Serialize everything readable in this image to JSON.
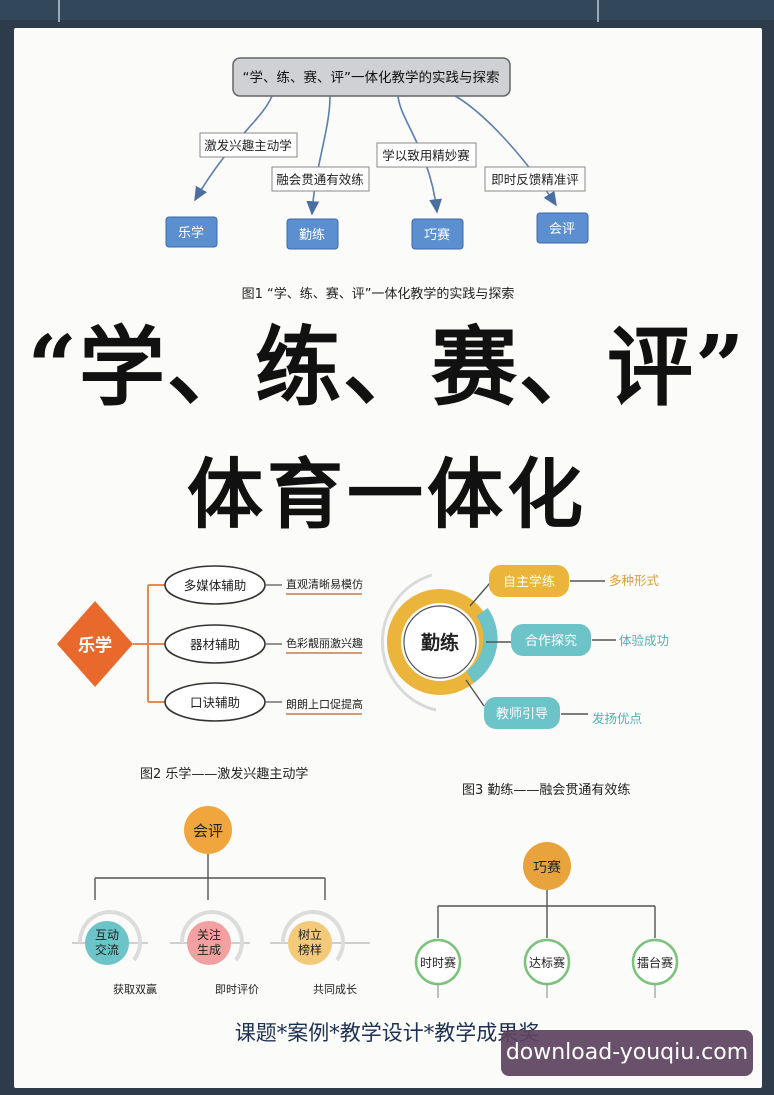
{
  "fig1": {
    "root": "“学、练、赛、评”一体化教学的实践与探索",
    "branches": [
      "激发兴趣主动学",
      "融会贯通有效练",
      "学以致用精妙赛",
      "即时反馈精准评"
    ],
    "leaves": [
      "乐学",
      "勤练",
      "巧赛",
      "会评"
    ],
    "caption": "图1 “学、练、赛、评”一体化教学的实践与探索"
  },
  "headline": {
    "line1": "“学、练、赛、评”",
    "line2": "体育一体化"
  },
  "fig2": {
    "center": "乐学",
    "items": [
      {
        "label": "多媒体辅助",
        "note": "直观清晰易模仿"
      },
      {
        "label": "器材辅助",
        "note": "色彩靓丽激兴趣"
      },
      {
        "label": "口诀辅助",
        "note": "朗朗上口促提高"
      }
    ],
    "caption": "图2 乐学——激发兴趣主动学"
  },
  "fig3": {
    "center": "勤练",
    "items": [
      {
        "label": "自主学练",
        "note": "多种形式"
      },
      {
        "label": "合作探究",
        "note": "体验成功"
      },
      {
        "label": "教师引导",
        "note": "发扬优点"
      }
    ],
    "caption": "图3 勤练——融会贯通有效练"
  },
  "fig4": {
    "center": "会评",
    "items": [
      {
        "label_line1": "互动",
        "label_line2": "交流",
        "note": "获取双赢"
      },
      {
        "label_line1": "关注",
        "label_line2": "生成",
        "note": "即时评价"
      },
      {
        "label_line1": "树立",
        "label_line2": "榜样",
        "note": "共同成长"
      }
    ]
  },
  "fig5": {
    "center": "巧赛",
    "items": [
      "时时赛",
      "达标赛",
      "擂台赛"
    ]
  },
  "footer": "课题*案例*教学设计*教学成果奖",
  "watermark": "download-youqiu.com",
  "colors": {
    "blue_box": "#5b8fd0",
    "orange": "#e9692c",
    "teal": "#6cc4c8",
    "gold": "#eab53a",
    "orange_circle": "#f0a63c"
  }
}
